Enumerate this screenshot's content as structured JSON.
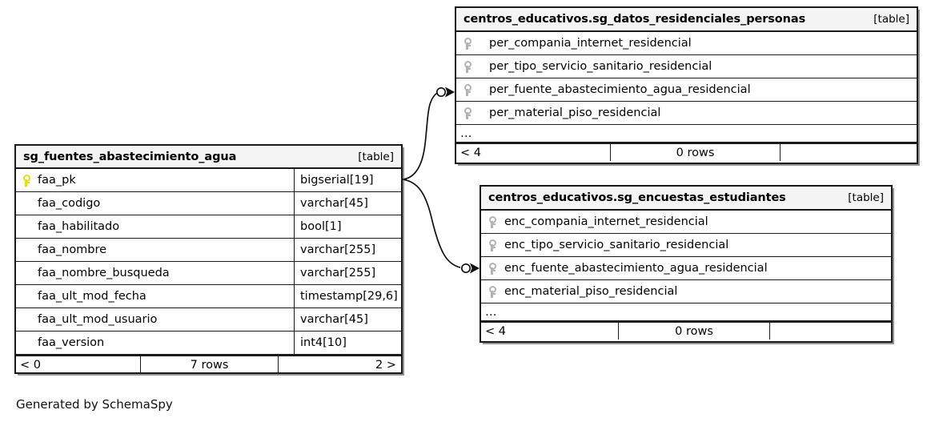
{
  "diagram": {
    "generator_note": "Generated by SchemaSpy",
    "table_tag": "[table]",
    "ellipsis": "…",
    "accent_key_pk": "#e8e000",
    "accent_key_fk": "#b3b3b3",
    "header_bg": "#f4f4f4",
    "border_color": "#1a1a1a"
  },
  "tables": {
    "left": {
      "title": "sg_fuentes_abastecimiento_agua",
      "tag": "[table]",
      "columns": [
        {
          "name": "faa_pk",
          "type": "bigserial[19]",
          "key": "pk"
        },
        {
          "name": "faa_codigo",
          "type": "varchar[45]",
          "key": "none"
        },
        {
          "name": "faa_habilitado",
          "type": "bool[1]",
          "key": "none"
        },
        {
          "name": "faa_nombre",
          "type": "varchar[255]",
          "key": "none"
        },
        {
          "name": "faa_nombre_busqueda",
          "type": "varchar[255]",
          "key": "none"
        },
        {
          "name": "faa_ult_mod_fecha",
          "type": "timestamp[29,6]",
          "key": "none"
        },
        {
          "name": "faa_ult_mod_usuario",
          "type": "varchar[45]",
          "key": "none"
        },
        {
          "name": "faa_version",
          "type": "int4[10]",
          "key": "none"
        }
      ],
      "footer": {
        "left": "< 0",
        "middle": "7 rows",
        "right": "2 >"
      }
    },
    "top_right": {
      "title": "centros_educativos.sg_datos_residenciales_personas",
      "tag": "[table]",
      "columns": [
        {
          "name": "per_compania_internet_residencial",
          "key": "fk"
        },
        {
          "name": "per_tipo_servicio_sanitario_residencial",
          "key": "fk"
        },
        {
          "name": "per_fuente_abastecimiento_agua_residencial",
          "key": "fk"
        },
        {
          "name": "per_material_piso_residencial",
          "key": "fk"
        }
      ],
      "more_indicator": "…",
      "footer": {
        "left": "< 4",
        "middle": "0 rows",
        "right": ""
      }
    },
    "bottom_right": {
      "title": "centros_educativos.sg_encuestas_estudiantes",
      "tag": "[table]",
      "columns": [
        {
          "name": "enc_compania_internet_residencial",
          "key": "fk"
        },
        {
          "name": "enc_tipo_servicio_sanitario_residencial",
          "key": "fk"
        },
        {
          "name": "enc_fuente_abastecimiento_agua_residencial",
          "key": "fk"
        },
        {
          "name": "enc_material_piso_residencial",
          "key": "fk"
        }
      ],
      "more_indicator": "…",
      "footer": {
        "left": "< 4",
        "middle": "0 rows",
        "right": ""
      }
    }
  },
  "relationships": [
    {
      "from_table": "sg_fuentes_abastecimiento_agua",
      "from_column": "faa_pk",
      "to_table": "centros_educativos.sg_datos_residenciales_personas",
      "to_column": "per_fuente_abastecimiento_agua_residencial",
      "cardinality": "zero-or-one-to-many"
    },
    {
      "from_table": "sg_fuentes_abastecimiento_agua",
      "from_column": "faa_pk",
      "to_table": "centros_educativos.sg_encuestas_estudiantes",
      "to_column": "enc_fuente_abastecimiento_agua_residencial",
      "cardinality": "zero-or-one-to-many"
    }
  ]
}
